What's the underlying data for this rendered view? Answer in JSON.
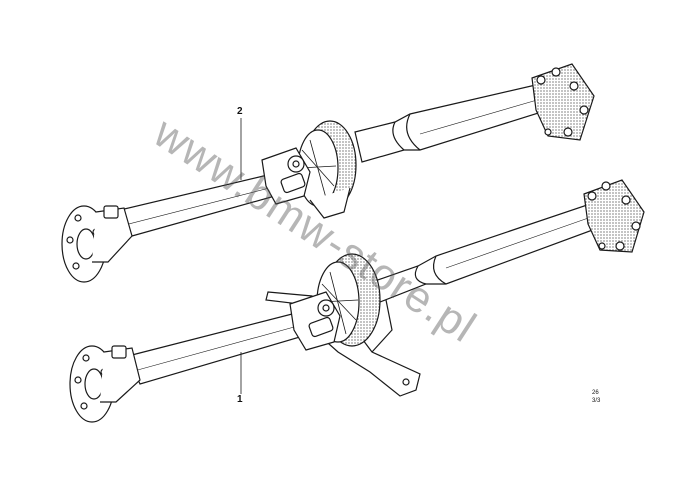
{
  "diagram": {
    "callouts": [
      {
        "id": "2",
        "label": "2"
      },
      {
        "id": "1",
        "label": "1"
      }
    ],
    "drawing_code": {
      "line1": "26",
      "line2": "3/3"
    },
    "watermark": "www.bmw-store.pl",
    "colors": {
      "line": "#1a1a1a",
      "background": "#ffffff",
      "watermark": "#505050"
    }
  }
}
